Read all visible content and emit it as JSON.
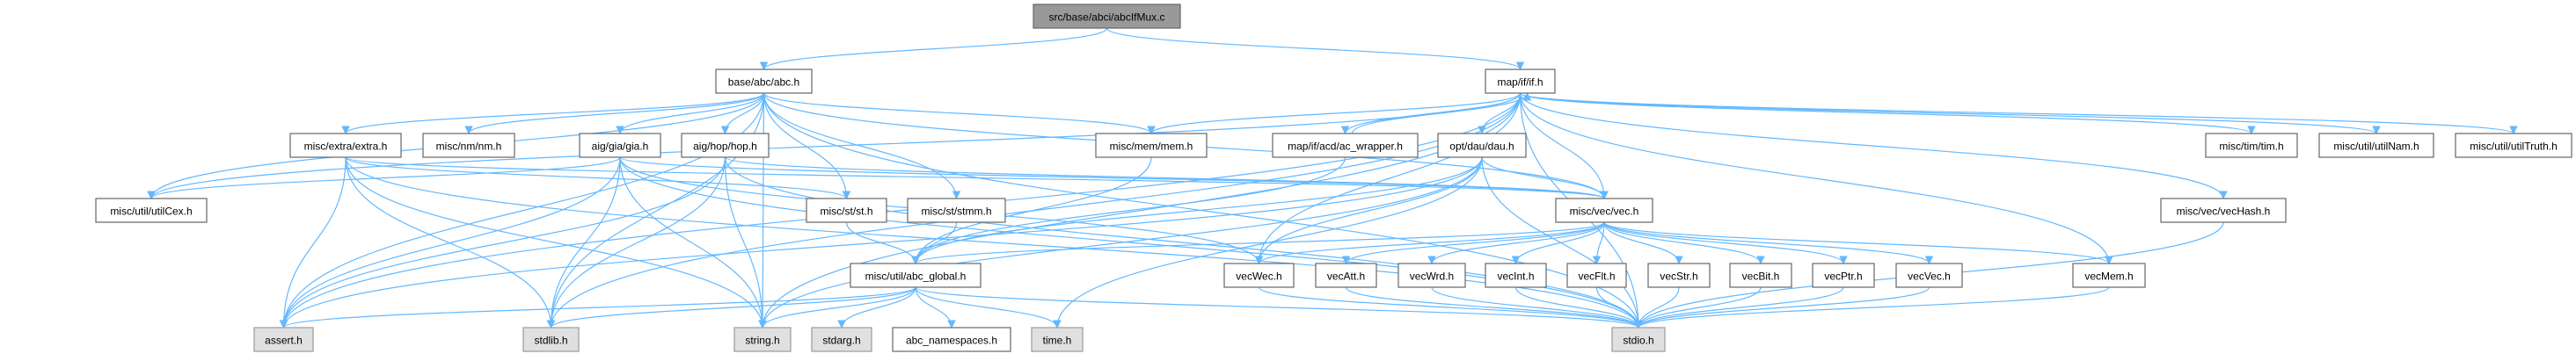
{
  "graph": {
    "title": "src/base/abci/abcIfMux.c",
    "edge_color": "#63b8ff",
    "nodes": {
      "src": {
        "label": "src/base/abci/abcIfMux.c",
        "kind": "root"
      },
      "abc": {
        "label": "base/abc/abc.h",
        "kind": "normal"
      },
      "if": {
        "label": "map/if/if.h",
        "kind": "normal"
      },
      "extra": {
        "label": "misc/extra/extra.h",
        "kind": "normal"
      },
      "nm": {
        "label": "misc/nm/nm.h",
        "kind": "normal"
      },
      "gia": {
        "label": "aig/gia/gia.h",
        "kind": "normal"
      },
      "hop": {
        "label": "aig/hop/hop.h",
        "kind": "normal"
      },
      "mem": {
        "label": "misc/mem/mem.h",
        "kind": "normal"
      },
      "acw": {
        "label": "map/if/acd/ac_wrapper.h",
        "kind": "normal"
      },
      "dau": {
        "label": "opt/dau/dau.h",
        "kind": "normal"
      },
      "tim": {
        "label": "misc/tim/tim.h",
        "kind": "normal"
      },
      "utilNam": {
        "label": "misc/util/utilNam.h",
        "kind": "normal"
      },
      "utilTruth": {
        "label": "misc/util/utilTruth.h",
        "kind": "normal"
      },
      "utilCex": {
        "label": "misc/util/utilCex.h",
        "kind": "normal"
      },
      "st": {
        "label": "misc/st/st.h",
        "kind": "normal"
      },
      "stmm": {
        "label": "misc/st/stmm.h",
        "kind": "normal"
      },
      "vec": {
        "label": "misc/vec/vec.h",
        "kind": "normal"
      },
      "vecHash": {
        "label": "misc/vec/vecHash.h",
        "kind": "normal"
      },
      "global": {
        "label": "misc/util/abc_global.h",
        "kind": "normal"
      },
      "vecWec": {
        "label": "vecWec.h",
        "kind": "normal"
      },
      "vecAtt": {
        "label": "vecAtt.h",
        "kind": "normal"
      },
      "vecWrd": {
        "label": "vecWrd.h",
        "kind": "normal"
      },
      "vecInt": {
        "label": "vecInt.h",
        "kind": "normal"
      },
      "vecFlt": {
        "label": "vecFlt.h",
        "kind": "normal"
      },
      "vecStr": {
        "label": "vecStr.h",
        "kind": "normal"
      },
      "vecBit": {
        "label": "vecBit.h",
        "kind": "normal"
      },
      "vecPtr": {
        "label": "vecPtr.h",
        "kind": "normal"
      },
      "vecVec": {
        "label": "vecVec.h",
        "kind": "normal"
      },
      "vecMem": {
        "label": "vecMem.h",
        "kind": "normal"
      },
      "assert": {
        "label": "assert.h",
        "kind": "sys"
      },
      "stdlib": {
        "label": "stdlib.h",
        "kind": "sys"
      },
      "string": {
        "label": "string.h",
        "kind": "sys"
      },
      "stdarg": {
        "label": "stdarg.h",
        "kind": "sys"
      },
      "ns": {
        "label": "abc_namespaces.h",
        "kind": "normal"
      },
      "time": {
        "label": "time.h",
        "kind": "sys"
      },
      "stdio": {
        "label": "stdio.h",
        "kind": "sys"
      }
    },
    "edges": [
      [
        "src",
        "abc"
      ],
      [
        "src",
        "if"
      ],
      [
        "abc",
        "extra"
      ],
      [
        "abc",
        "nm"
      ],
      [
        "abc",
        "gia"
      ],
      [
        "abc",
        "hop"
      ],
      [
        "abc",
        "utilCex"
      ],
      [
        "abc",
        "st"
      ],
      [
        "abc",
        "stmm"
      ],
      [
        "abc",
        "mem"
      ],
      [
        "abc",
        "vec"
      ],
      [
        "abc",
        "assert"
      ],
      [
        "abc",
        "stdlib"
      ],
      [
        "abc",
        "string"
      ],
      [
        "abc",
        "stdio"
      ],
      [
        "if",
        "mem"
      ],
      [
        "if",
        "acw"
      ],
      [
        "if",
        "dau"
      ],
      [
        "if",
        "vec"
      ],
      [
        "if",
        "vecMem"
      ],
      [
        "if",
        "vecWec"
      ],
      [
        "if",
        "stdio"
      ],
      [
        "if",
        "tim"
      ],
      [
        "if",
        "utilNam"
      ],
      [
        "if",
        "utilTruth"
      ],
      [
        "if",
        "vecHash"
      ],
      [
        "if",
        "stdlib"
      ],
      [
        "if",
        "assert"
      ],
      [
        "if",
        "utilCex"
      ],
      [
        "if",
        "string"
      ],
      [
        "acw",
        "if"
      ],
      [
        "acw",
        "global"
      ],
      [
        "dau",
        "vec"
      ],
      [
        "dau",
        "global"
      ],
      [
        "dau",
        "stdio"
      ],
      [
        "dau",
        "assert"
      ],
      [
        "dau",
        "time"
      ],
      [
        "dau",
        "vecWec"
      ],
      [
        "dau",
        "string"
      ],
      [
        "extra",
        "assert"
      ],
      [
        "extra",
        "stdlib"
      ],
      [
        "extra",
        "string"
      ],
      [
        "extra",
        "st"
      ],
      [
        "extra",
        "stdio"
      ],
      [
        "extra",
        "vec"
      ],
      [
        "gia",
        "utilCex"
      ],
      [
        "gia",
        "assert"
      ],
      [
        "gia",
        "stdlib"
      ],
      [
        "gia",
        "string"
      ],
      [
        "gia",
        "stdio"
      ],
      [
        "gia",
        "vec"
      ],
      [
        "gia",
        "vecWec"
      ],
      [
        "hop",
        "assert"
      ],
      [
        "hop",
        "stdlib"
      ],
      [
        "hop",
        "string"
      ],
      [
        "hop",
        "stdio"
      ],
      [
        "hop",
        "vec"
      ],
      [
        "st",
        "global"
      ],
      [
        "stmm",
        "global"
      ],
      [
        "mem",
        "global"
      ],
      [
        "vec",
        "global"
      ],
      [
        "vec",
        "vecWec"
      ],
      [
        "vec",
        "vecAtt"
      ],
      [
        "vec",
        "vecWrd"
      ],
      [
        "vec",
        "vecInt"
      ],
      [
        "vec",
        "vecFlt"
      ],
      [
        "vec",
        "vecStr"
      ],
      [
        "vec",
        "vecBit"
      ],
      [
        "vec",
        "vecPtr"
      ],
      [
        "vec",
        "vecVec"
      ],
      [
        "vec",
        "vecMem"
      ],
      [
        "vecWec",
        "stdio"
      ],
      [
        "vecAtt",
        "stdio"
      ],
      [
        "vecWrd",
        "stdio"
      ],
      [
        "vecInt",
        "stdio"
      ],
      [
        "vecFlt",
        "stdio"
      ],
      [
        "vecStr",
        "stdio"
      ],
      [
        "vecBit",
        "stdio"
      ],
      [
        "vecPtr",
        "stdio"
      ],
      [
        "vecVec",
        "stdio"
      ],
      [
        "vecMem",
        "stdio"
      ],
      [
        "vecHash",
        "stdio"
      ],
      [
        "global",
        "assert"
      ],
      [
        "global",
        "stdlib"
      ],
      [
        "global",
        "string"
      ],
      [
        "global",
        "stdarg"
      ],
      [
        "global",
        "ns"
      ],
      [
        "global",
        "time"
      ],
      [
        "global",
        "stdio"
      ]
    ]
  }
}
